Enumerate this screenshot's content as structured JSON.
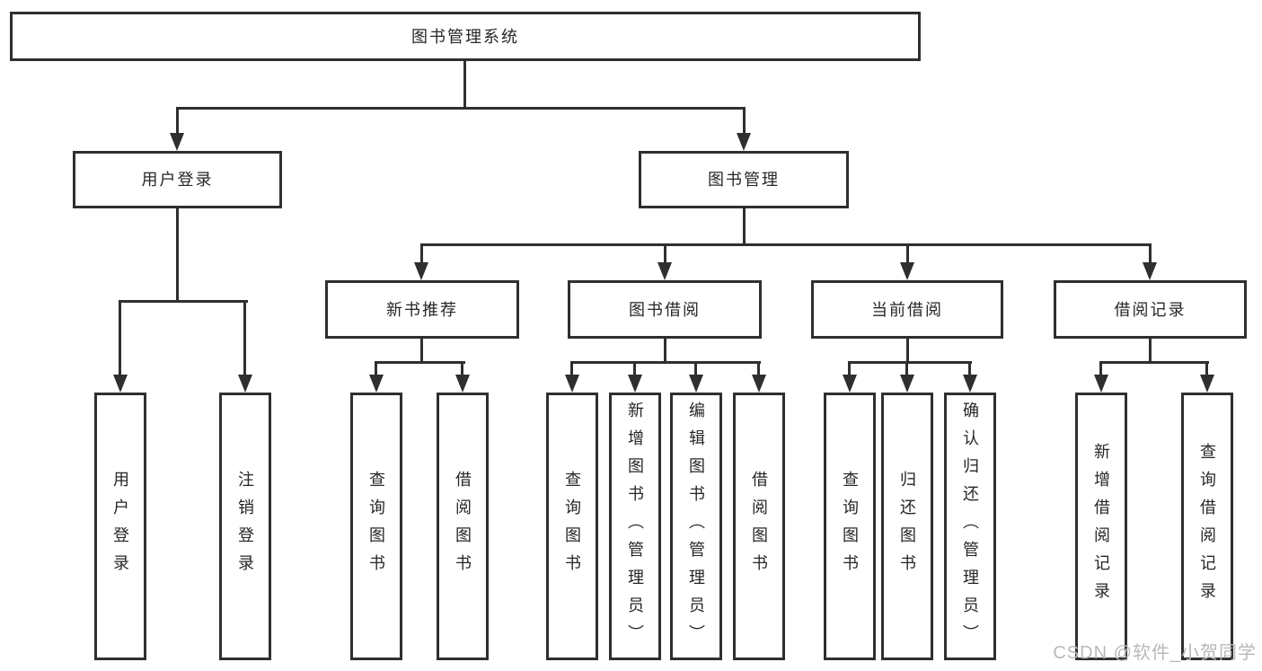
{
  "nodes": {
    "root": "图书管理系统",
    "user_login": "用户登录",
    "book_management": "图书管理",
    "new_book_recommend": "新书推荐",
    "book_borrow": "图书借阅",
    "current_borrow": "当前借阅",
    "borrow_records": "借阅记录",
    "leaf_user_login": "用户登录",
    "leaf_logout_login": "注销登录",
    "leaf_query_book_a": "查询图书",
    "leaf_borrow_book_a": "借阅图书",
    "leaf_query_book_b": "查询图书",
    "leaf_add_book_admin": "新增图书（管理员）",
    "leaf_edit_book_admin": "编辑图书（管理员）",
    "leaf_borrow_book_b": "借阅图书",
    "leaf_query_book_c": "查询图书",
    "leaf_return_book": "归还图书",
    "leaf_confirm_return_admin": "确认归还（管理员）",
    "leaf_add_borrow_record": "新增借阅记录",
    "leaf_query_borrow_record": "查询借阅记录"
  },
  "hierarchy": {
    "图书管理系统": {
      "用户登录": [
        "用户登录",
        "注销登录"
      ],
      "图书管理": {
        "新书推荐": [
          "查询图书",
          "借阅图书"
        ],
        "图书借阅": [
          "查询图书",
          "新增图书（管理员）",
          "编辑图书（管理员）",
          "借阅图书"
        ],
        "当前借阅": [
          "查询图书",
          "归还图书",
          "确认归还（管理员）"
        ],
        "借阅记录": [
          "新增借阅记录",
          "查询借阅记录"
        ]
      }
    }
  },
  "watermark": "CSDN @软件_小贺同学",
  "colors": {
    "line": "#2f2f2f",
    "text": "#262626",
    "watermark": "#b9b9b9",
    "background": "#ffffff"
  }
}
